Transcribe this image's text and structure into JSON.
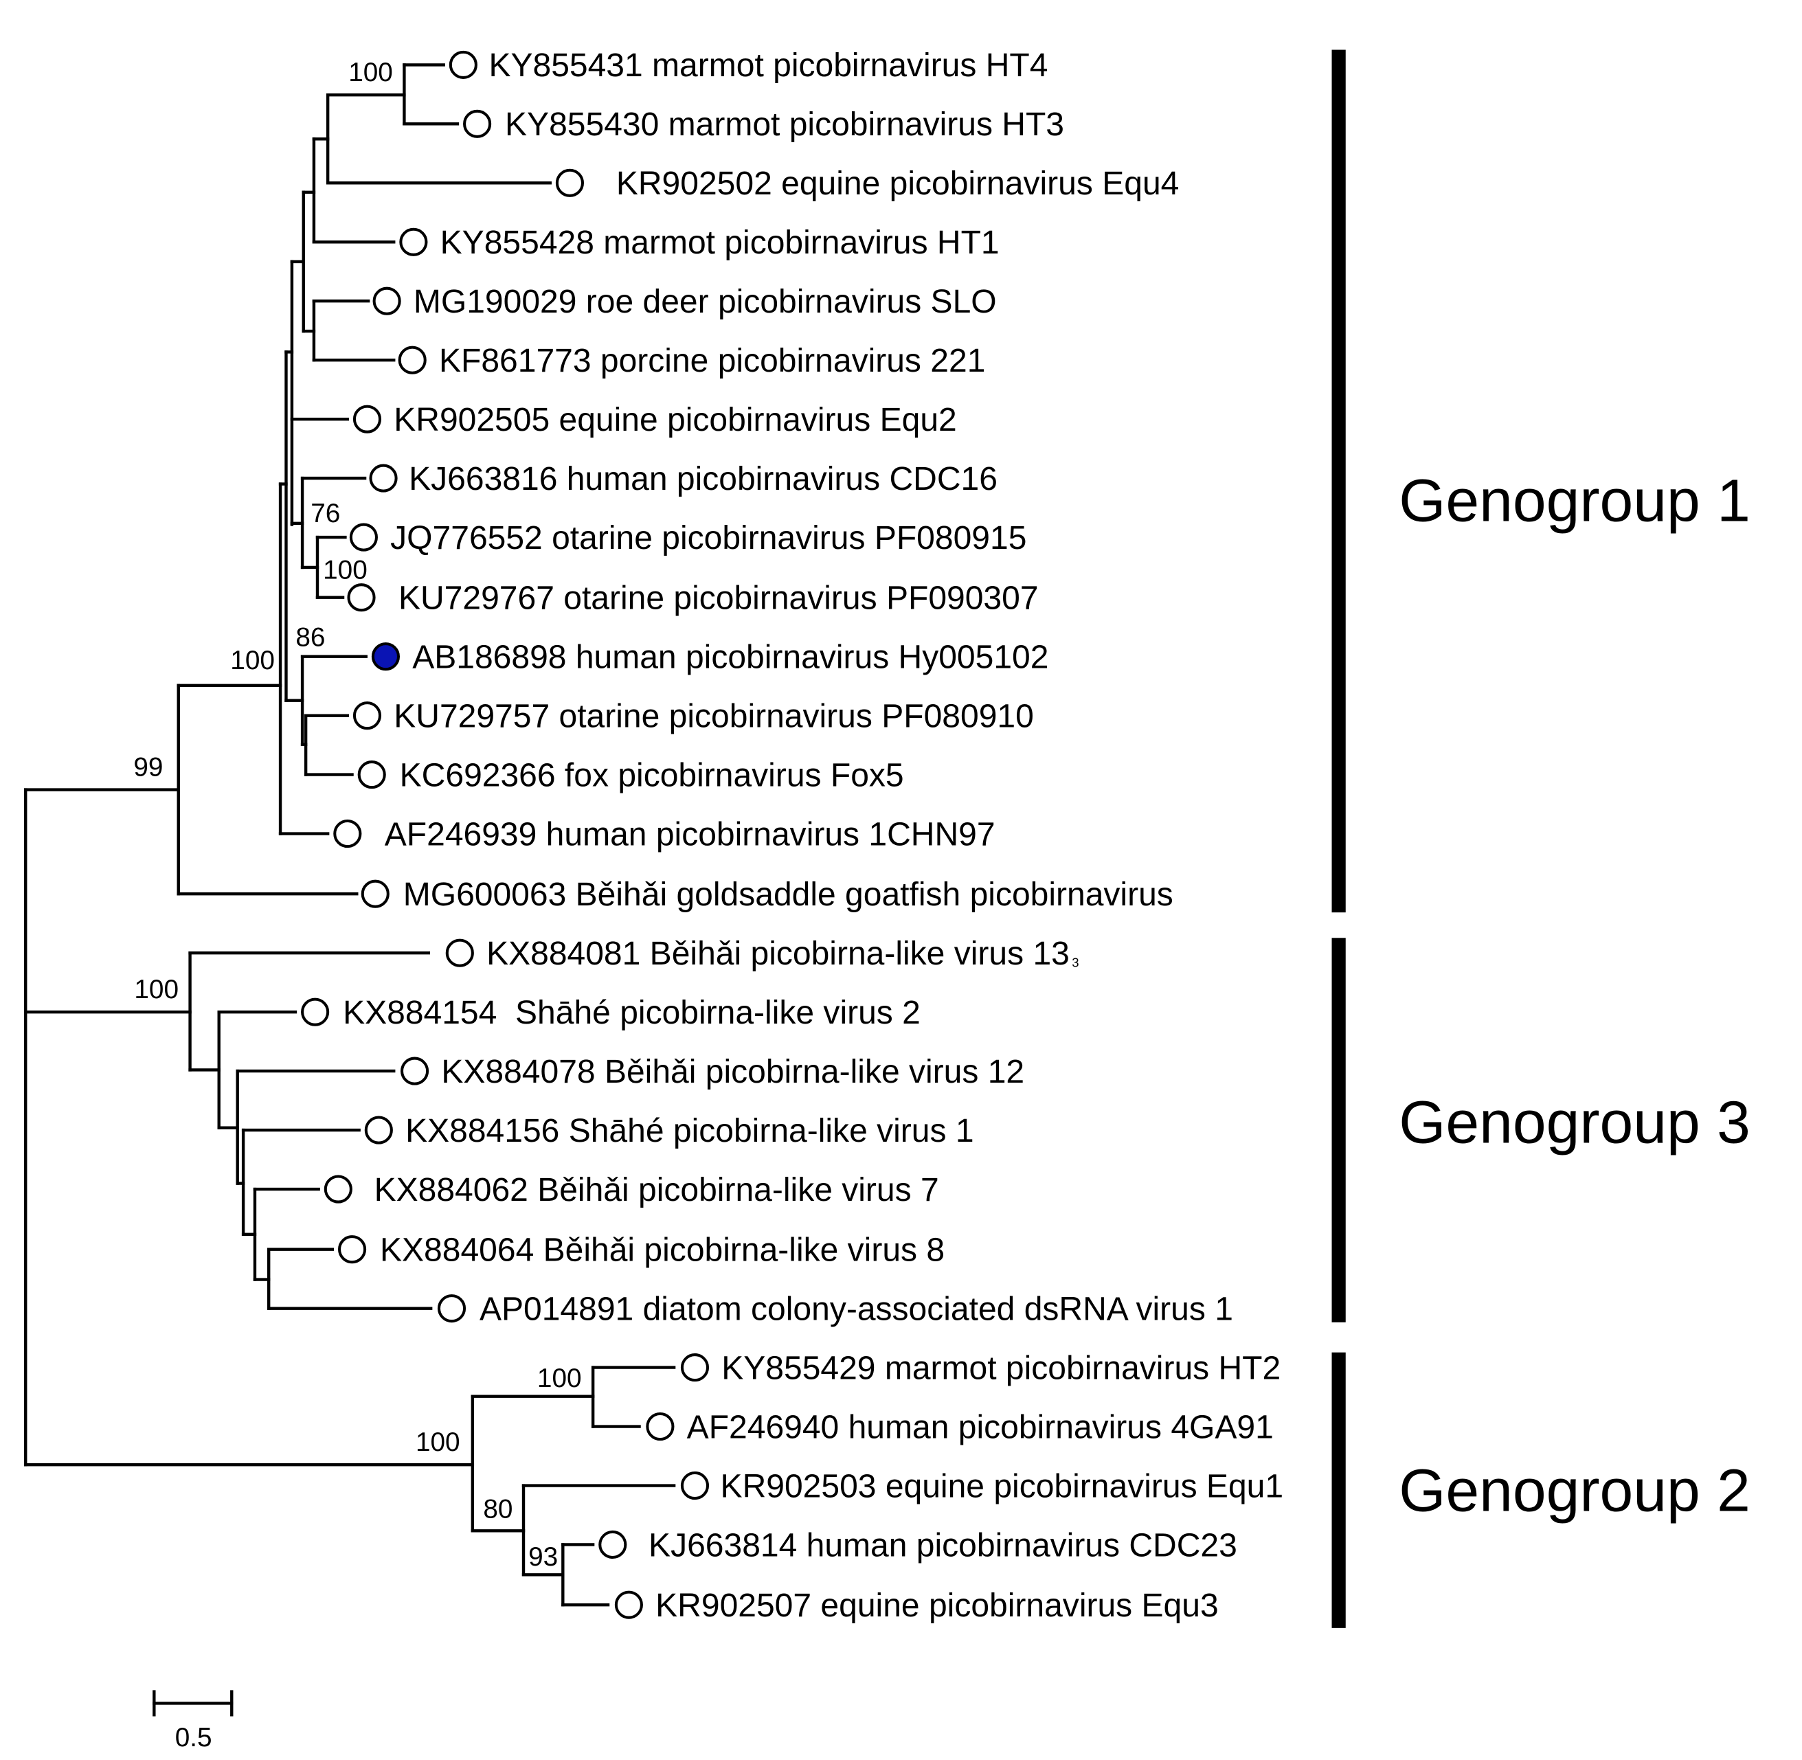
{
  "leaves": [
    {
      "label": "KY855431 marmot picobirnavirus HT4",
      "highlighted": false
    },
    {
      "label": "KY855430 marmot picobirnavirus HT3",
      "highlighted": false
    },
    {
      "label": "KR902502 equine picobirnavirus Equ4",
      "highlighted": false
    },
    {
      "label": "KY855428 marmot picobirnavirus HT1",
      "highlighted": false
    },
    {
      "label": "MG190029 roe deer picobirnavirus SLO",
      "highlighted": false
    },
    {
      "label": "KF861773 porcine picobirnavirus 221",
      "highlighted": false
    },
    {
      "label": "KR902505 equine picobirnavirus Equ2",
      "highlighted": false
    },
    {
      "label": "KJ663816 human picobirnavirus CDC16",
      "highlighted": false
    },
    {
      "label": "JQ776552 otarine picobirnavirus PF080915",
      "highlighted": false
    },
    {
      "label": "KU729767 otarine picobirnavirus PF090307",
      "highlighted": false
    },
    {
      "label": "AB186898 human picobirnavirus Hy005102",
      "highlighted": true
    },
    {
      "label": "KU729757 otarine picobirnavirus PF080910",
      "highlighted": false
    },
    {
      "label": "KC692366 fox picobirnavirus Fox5",
      "highlighted": false
    },
    {
      "label": "AF246939 human picobirnavirus 1CHN97",
      "highlighted": false
    },
    {
      "label": "MG600063 Běihǎi goldsaddle goatfish picobirnavirus",
      "highlighted": false
    },
    {
      "label": "KX884081 Běihǎi picobirna-like virus 13",
      "suffix": "3",
      "highlighted": false
    },
    {
      "label": "KX884154  Shāhé picobirna-like virus 2",
      "highlighted": false
    },
    {
      "label": "KX884078 Běihǎi picobirna-like virus 12",
      "highlighted": false
    },
    {
      "label": "KX884156 Shāhé picobirna-like virus 1",
      "highlighted": false
    },
    {
      "label": "KX884062 Běihǎi picobirna-like virus 7",
      "highlighted": false
    },
    {
      "label": "KX884064 Běihǎi picobirna-like virus 8",
      "highlighted": false
    },
    {
      "label": "AP014891 diatom colony-associated dsRNA virus 1",
      "highlighted": false
    },
    {
      "label": "KY855429 marmot picobirnavirus HT2",
      "highlighted": false
    },
    {
      "label": "AF246940 human picobirnavirus 4GA91",
      "highlighted": false
    },
    {
      "label": "KR902503 equine picobirnavirus Equ1",
      "highlighted": false
    },
    {
      "label": "KJ663814 human picobirnavirus CDC23",
      "highlighted": false
    },
    {
      "label": "KR902507 equine picobirnavirus Equ3",
      "highlighted": false
    }
  ],
  "bootstrap": [
    "100",
    "76",
    "100",
    "86",
    "100",
    "99",
    "100",
    "100",
    "100",
    "80",
    "93"
  ],
  "genogroups": [
    {
      "label": "Genogroup 1"
    },
    {
      "label": "Genogroup 3"
    },
    {
      "label": "Genogroup 2"
    }
  ],
  "scale_bar": {
    "label": "0.5",
    "value": 0.5
  },
  "colors": {
    "highlight": "#0a14b4",
    "line": "#000000"
  }
}
